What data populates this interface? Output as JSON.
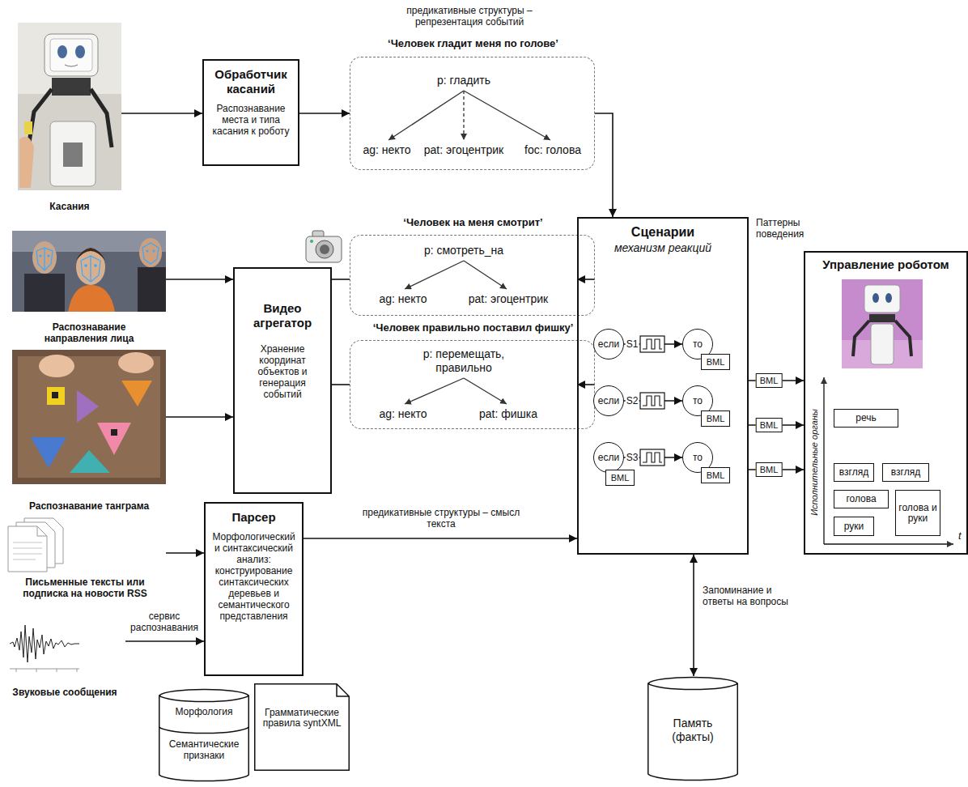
{
  "diagram": {
    "nodes": [
      {
        "text": [
          "Касания"
        ]
      },
      {
        "text": [
          "Обработчик касаний",
          "Распознавание места и типа касания к роботу"
        ]
      },
      {
        "text": [
          "‘Человек гладит меня по голове’",
          "p: гладить",
          "ag: некто",
          "pat: эгоцентрик",
          "foc: голова"
        ]
      },
      {
        "text": [
          "Распознавание направления лица"
        ]
      },
      {
        "text": [
          "Видео агрегатор",
          "Хранение координат объектов и генерация событий"
        ]
      },
      {
        "text": [
          "‘Человек на меня смотрит’",
          "p: смотреть_на",
          "ag: некто",
          "pat: эгоцентрик"
        ]
      },
      {
        "text": [
          "Распознавание танграма"
        ]
      },
      {
        "text": [
          "‘Человек правильно поставил фишку’",
          "p: перемещать, правильно",
          "ag: некто",
          "pat: фишка"
        ]
      },
      {
        "text": [
          "Сценарии",
          "механизм реакций"
        ]
      },
      {
        "text": [
          "если"
        ],
        "in": 8
      },
      {
        "text": [
          "то"
        ],
        "in": 8
      },
      {
        "text": [
          "BML"
        ],
        "in": 8
      },
      {
        "text": [
          "если"
        ],
        "in": 8
      },
      {
        "text": [
          "то"
        ],
        "in": 8
      },
      {
        "text": [
          "BML"
        ],
        "in": 8
      },
      {
        "text": [
          "если"
        ],
        "in": 8
      },
      {
        "text": [
          "BML"
        ],
        "in": 8
      },
      {
        "text": [
          "то"
        ],
        "in": 8
      },
      {
        "text": [
          "BML"
        ],
        "in": 8
      },
      {
        "text": [
          "Управление роботом"
        ]
      },
      {
        "text": [
          "речь"
        ],
        "in": 19
      },
      {
        "text": [
          "взгляд"
        ],
        "in": 19
      },
      {
        "text": [
          "взгляд"
        ],
        "in": 19
      },
      {
        "text": [
          "голова"
        ],
        "in": 19
      },
      {
        "text": [
          "голова и руки"
        ],
        "in": 19
      },
      {
        "text": [
          "руки"
        ],
        "in": 19
      },
      {
        "text": [
          "Письменные тексты или подписка на новости RSS"
        ]
      },
      {
        "text": [
          "Звуковые сообщения"
        ]
      },
      {
        "text": [
          "Парсер",
          "Морфологический и синтаксический анализ: конструирование синтаксических деревьев и семантического представления"
        ]
      },
      {
        "text": [
          "Морфология",
          "Семантические признаки"
        ]
      },
      {
        "text": [
          "Грамматические правила syntXML"
        ]
      },
      {
        "text": [
          "Память (факты)"
        ]
      }
    ],
    "edges": [
      {
        "from": 0,
        "to": 1,
        "arrow": "to"
      },
      {
        "from": 1,
        "to": 2,
        "arrow": "to"
      },
      {
        "from": 2,
        "to": 8,
        "arrow": "to"
      },
      {
        "from": 3,
        "to": 4,
        "arrow": "to"
      },
      {
        "from": 6,
        "to": 4,
        "arrow": "to"
      },
      {
        "from": 4,
        "to": 5,
        "arrow": "none"
      },
      {
        "from": 5,
        "to": 8,
        "arrow": "to"
      },
      {
        "from": 4,
        "to": 7,
        "arrow": "none"
      },
      {
        "from": 7,
        "to": 8,
        "arrow": "to"
      },
      {
        "from": 26,
        "to": 28,
        "arrow": "to"
      },
      {
        "from": 27,
        "to": 28,
        "arrow": "to",
        "label": "сервис распознавания"
      },
      {
        "from": 28,
        "to": 8,
        "arrow": "to",
        "label": "предикативные структуры – смысл текста"
      },
      {
        "from": 8,
        "to": 31,
        "arrow": "both",
        "label": "Запоминание и ответы на вопросы"
      },
      {
        "from": 8,
        "to": 19,
        "arrow": "to",
        "label": "BML"
      },
      {
        "from": 8,
        "to": 19,
        "arrow": "to",
        "label": "BML"
      },
      {
        "from": 8,
        "to": 19,
        "arrow": "to",
        "label": "BML"
      },
      {
        "from": 9,
        "to": 10,
        "arrow": "to",
        "label": "S1"
      },
      {
        "from": 12,
        "to": 13,
        "arrow": "to",
        "label": "S2"
      },
      {
        "from": 15,
        "to": 17,
        "arrow": "to",
        "label": "S3"
      }
    ],
    "labels": [
      "предикативные структуры – репрезентация событий",
      "Паттерны поведения",
      "Исполнительные органы",
      "t"
    ]
  }
}
